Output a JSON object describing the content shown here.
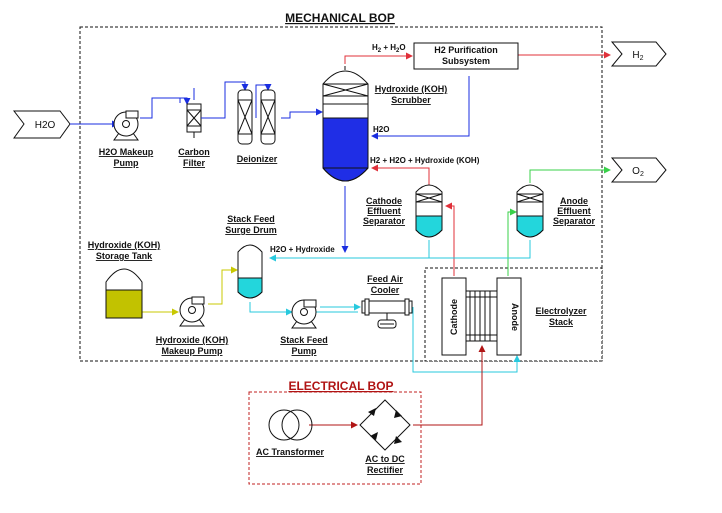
{
  "sections": {
    "mechanical": "MECHANICAL BOP",
    "electrical": "ELECTRICAL BOP"
  },
  "terminals": {
    "water_in": "H2O",
    "h2_out_base": "H",
    "h2_out_sub": "2",
    "o2_out_base": "O",
    "o2_out_sub": "2"
  },
  "equipment": {
    "makeup_pump": [
      "H2O Makeup",
      "Pump"
    ],
    "carbon_filter": [
      "Carbon",
      "Filter"
    ],
    "deionizer": "Deionizer",
    "scrubber": [
      "Hydroxide (KOH)",
      "Scrubber"
    ],
    "purification": [
      "H2 Purification",
      "Subsystem"
    ],
    "cathode_sep": [
      "Cathode",
      "Effluent",
      "Separator"
    ],
    "anode_sep": [
      "Anode",
      "Effluent",
      "Separator"
    ],
    "surge_drum": [
      "Stack Feed",
      "Surge Drum"
    ],
    "storage_tank": [
      "Hydroxide (KOH)",
      "Storage Tank"
    ],
    "koh_pump": [
      "Hydroxide (KOH)",
      "Makeup Pump"
    ],
    "feed_pump": [
      "Stack Feed",
      "Pump"
    ],
    "air_cooler": [
      "Feed Air",
      "Cooler"
    ],
    "stack": [
      "Electrolyzer",
      "Stack"
    ],
    "cathode": "Cathode",
    "anode": "Anode",
    "transformer": "AC Transformer",
    "rectifier": [
      "AC to DC",
      "Rectifier"
    ]
  },
  "streams": {
    "h2_h2o_base": "H",
    "h2_h2o_sub1": "2",
    "h2_h2o_mid": " + H",
    "h2_h2o_sub2": "2",
    "h2_h2o_end": "O",
    "water_return": "H2O",
    "scrubber_feed": "H2 + H2O + Hydroxide (KOH)",
    "h2o_hydroxide": "H2O + Hydroxide"
  },
  "colors": {
    "water": "#1a2ee0",
    "hydrogen": "#e0303a",
    "oxygen": "#39d04a",
    "electrolyte": "#27c9de",
    "koh": "#c8c800",
    "power_red": "#b01414",
    "scrubber_fill": "#1f2ee6",
    "koh_fill": "#c2c200",
    "cyan_fill": "#23d6dc"
  }
}
